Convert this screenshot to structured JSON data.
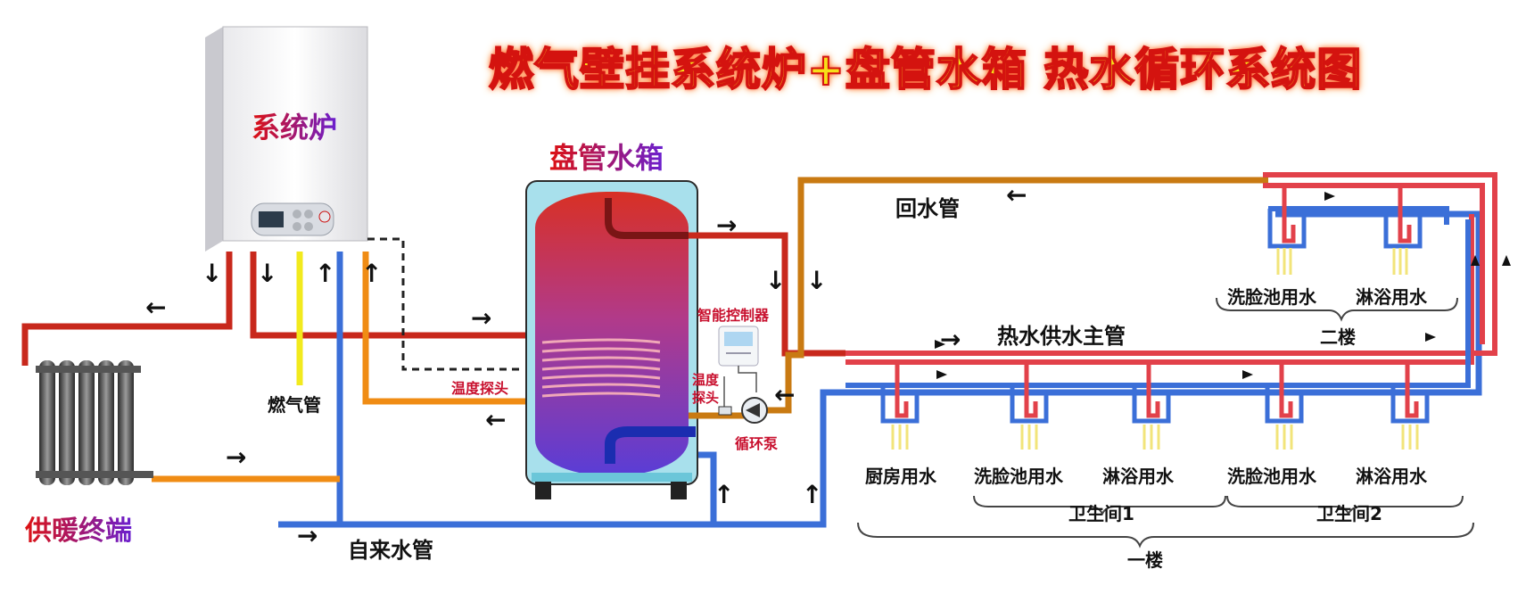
{
  "title": "燃气壁挂系统炉+盘管水箱 热水循环系统图",
  "labels": {
    "boiler": "系统炉",
    "tank": "盘管水箱",
    "return_pipe": "回水管",
    "hot_supply_main": "热水供水主管",
    "gas_pipe": "燃气管",
    "temp_probe_tank": "温度探头",
    "temp_probe_pump": "温度探头",
    "smart_controller": "智能控制器",
    "circulation_pump": "循环泵",
    "heating_terminal": "供暖终端",
    "tap_water_pipe": "自来水管"
  },
  "floor2": {
    "name": "二楼",
    "fixtures": [
      "洗脸池用水",
      "淋浴用水"
    ]
  },
  "floor1": {
    "name": "一楼",
    "fixtures": [
      "厨房用水",
      "洗脸池用水",
      "淋浴用水",
      "洗脸池用水",
      "淋浴用水"
    ],
    "bathroom1": "卫生间1",
    "bathroom2": "卫生间2"
  },
  "colors": {
    "hot": "#d21f1f",
    "cold": "#3b6fd8",
    "return": "#c97a12",
    "heating_return": "#f08c14",
    "gas": "#f2ea1d",
    "tank_outer": "#a8e0ec"
  }
}
